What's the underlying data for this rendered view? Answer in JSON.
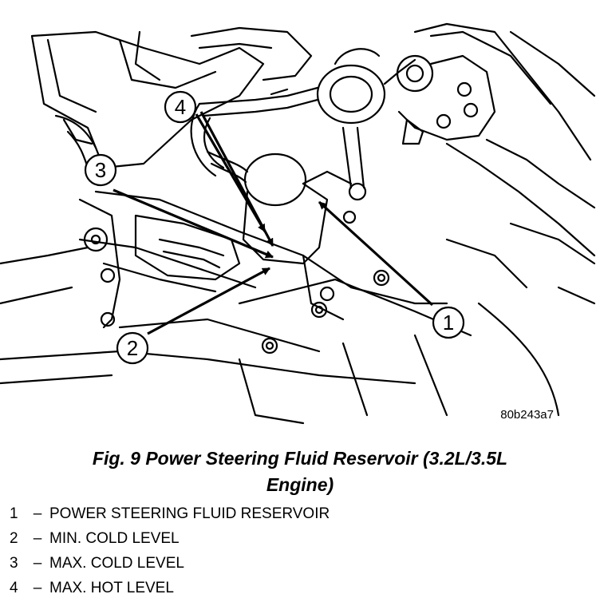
{
  "figure": {
    "id_label": "80b243a7",
    "callouts": [
      "1",
      "2",
      "3",
      "4"
    ]
  },
  "caption": {
    "line1": "Fig. 9 Power Steering Fluid Reservoir (3.2L/3.5L",
    "line2": "Engine)"
  },
  "legend": [
    {
      "num": "1",
      "dash": "–",
      "text": "POWER STEERING FLUID RESERVOIR"
    },
    {
      "num": "2",
      "dash": "–",
      "text": "MIN. COLD LEVEL"
    },
    {
      "num": "3",
      "dash": "–",
      "text": "MAX. COLD LEVEL"
    },
    {
      "num": "4",
      "dash": "–",
      "text": "MAX. HOT LEVEL"
    }
  ],
  "colors": {
    "ink": "#000000",
    "paper": "#ffffff"
  }
}
